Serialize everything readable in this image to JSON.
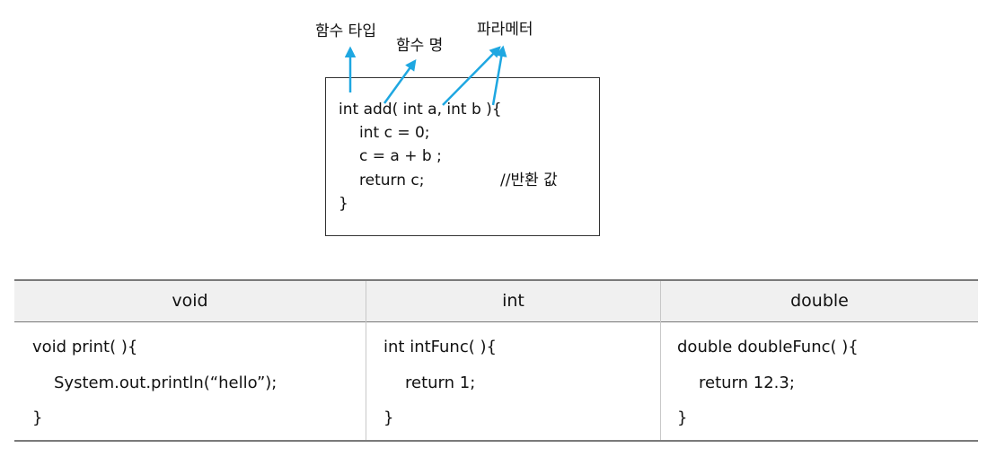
{
  "labels": {
    "function_type": "함수 타입",
    "function_name": "함수 명",
    "parameter": "파라메터"
  },
  "code": {
    "lines": [
      "int add( int a, int b ){",
      "int c = 0;",
      "c = a + b ;",
      "return c;",
      "}"
    ],
    "comment": "//반환 값"
  },
  "table": {
    "headers": [
      "void",
      "int",
      "double"
    ],
    "columns": [
      [
        "void print( ){",
        "System.out.println(“hello”);",
        "}"
      ],
      [
        "int intFunc( ){",
        "return 1;",
        "}"
      ],
      [
        "double doubleFunc( ){",
        "return 12.3;",
        "}"
      ]
    ]
  },
  "colors": {
    "arrow": "#1ea7e1",
    "border": "#333333",
    "header_bg": "#f0f0f0"
  }
}
